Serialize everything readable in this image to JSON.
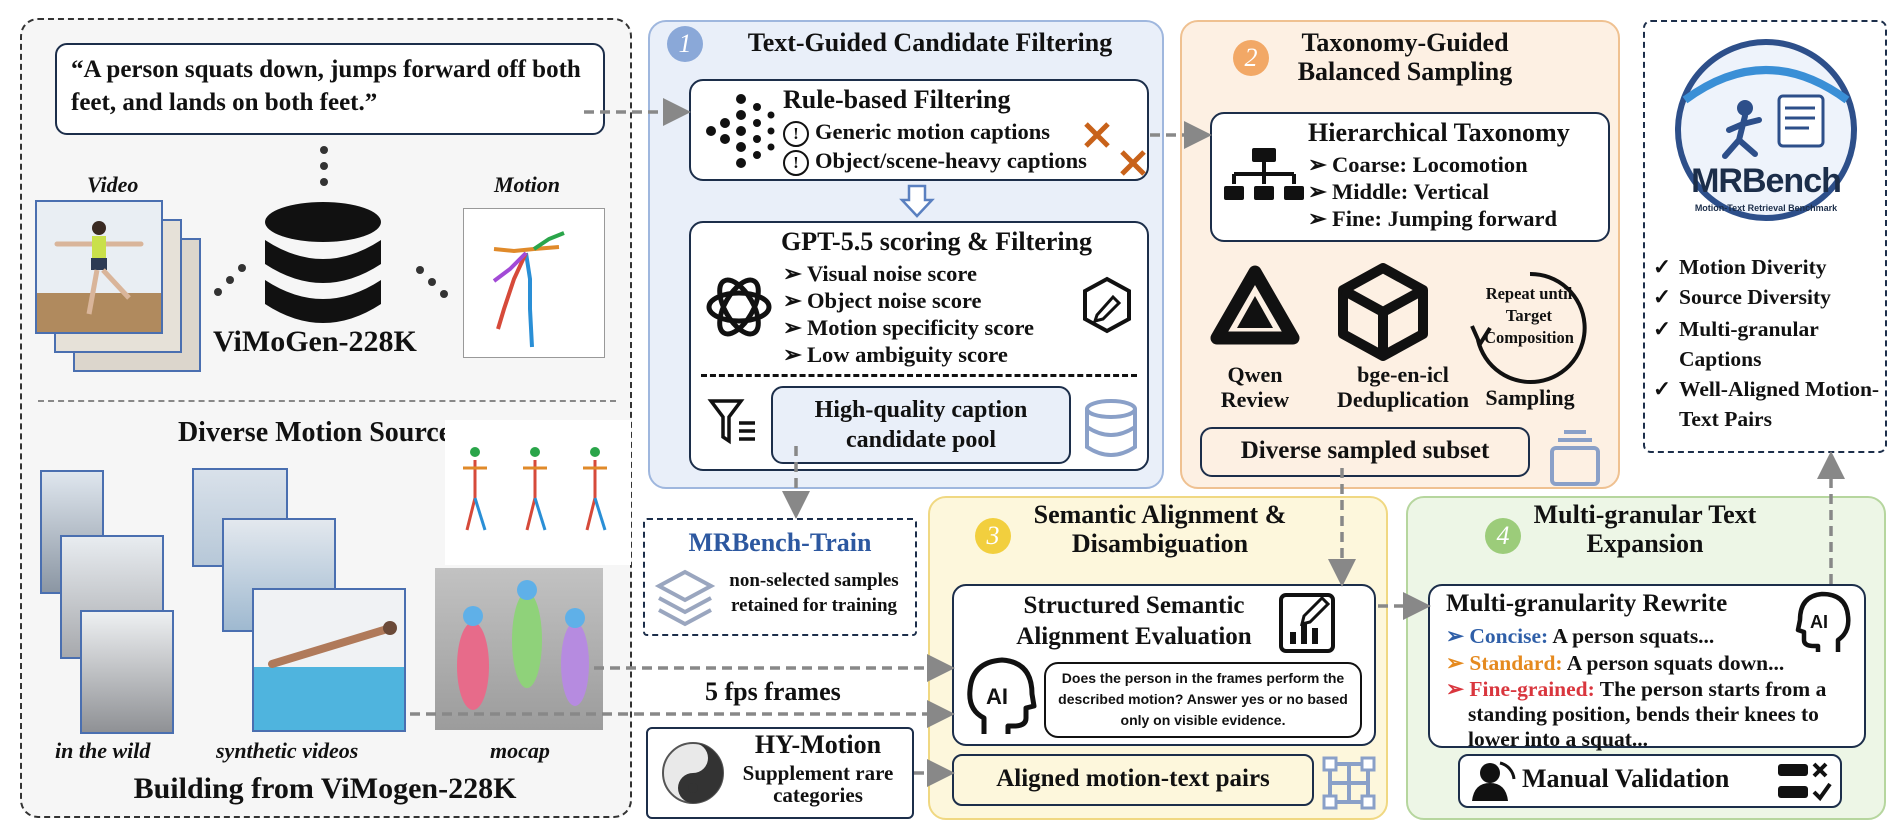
{
  "left": {
    "quote": "“A person squats down, jumps forward off both feet, and lands on both feet.”",
    "video_label": "Video",
    "motion_label": "Motion",
    "dataset_label": "ViMoGen-228K",
    "sources_title": "Diverse Motion Sources",
    "source_labels": [
      "in the wild",
      "synthetic videos",
      "mocap"
    ],
    "footer": "Building from ViMogen-228K"
  },
  "stage1": {
    "number": "1",
    "title": "Text-Guided Candidate Filtering",
    "rule_title": "Rule-based Filtering",
    "rule_items": [
      "Generic motion captions",
      "Object/scene-heavy captions"
    ],
    "gpt_title": "GPT-5.5 scoring & Filtering",
    "gpt_items": [
      "Visual noise score",
      "Object noise score",
      "Motion specificity score",
      "Low ambiguity score"
    ],
    "pool_label": "High-quality caption candidate pool"
  },
  "train": {
    "title": "MRBench-Train",
    "desc": "non-selected samples retained for training"
  },
  "stage2": {
    "number": "2",
    "title": "Taxonomy-Guided Balanced Sampling",
    "taxonomy_title": "Hierarchical Taxonomy",
    "taxonomy_items": [
      "Coarse: Locomotion",
      "Middle: Vertical",
      "Fine: Jumping forward"
    ],
    "tools": [
      {
        "label": "Qwen Review"
      },
      {
        "label": "bge-en-icl Deduplication"
      },
      {
        "label": "Sampling",
        "loop_text": "Repeat until Target Composition"
      }
    ],
    "subset_label": "Diverse sampled subset"
  },
  "stage3": {
    "number": "3",
    "title": "Semantic Alignment & Disambiguation",
    "eval_title": "Structured Semantic Alignment Evaluation",
    "prompt": "Does the person in the frames perform the described motion? Answer yes or no based only on visible evidence.",
    "aligned_label": "Aligned motion-text pairs"
  },
  "fps_label": "5 fps frames",
  "hymotion": {
    "title": "HY-Motion",
    "desc": "Supplement rare categories"
  },
  "stage4": {
    "number": "4",
    "title": "Multi-granular Text Expansion",
    "rewrite_title": "Multi-granularity Rewrite",
    "levels": [
      {
        "name": "Concise:",
        "text": "A person squats...",
        "color": "#2f5fa8"
      },
      {
        "name": "Standard:",
        "text": "A person squats down...",
        "color": "#e58a1f"
      },
      {
        "name": "Fine-grained:",
        "text": "The person starts from a standing position, bends their knees to lower into a squat...",
        "color": "#d9363e"
      }
    ],
    "validation_label": "Manual Validation"
  },
  "mrbench": {
    "logo_text": "MRBench",
    "logo_sub": "Motion-Text Retrieval Benchmark",
    "features": [
      "Motion Diverity",
      "Source Diversity",
      "Multi-granular Captions",
      "Well-Aligned Motion-Text Pairs"
    ]
  },
  "colors": {
    "stage1": "#e9eff9",
    "stage2": "#fdf0e3",
    "stage3": "#fdf7dc",
    "stage4": "#edf6e6",
    "navy": "#1c2e4a",
    "cross": "#c8621a"
  }
}
